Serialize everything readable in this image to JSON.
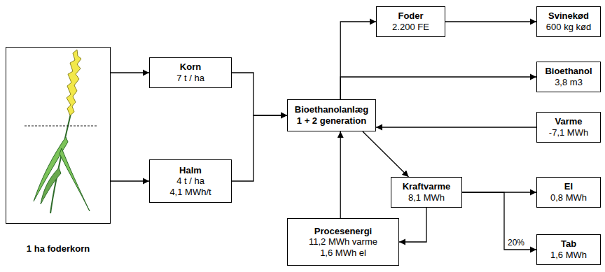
{
  "diagram": {
    "nodes": [
      {
        "text": [
          "1 ha foderkorn"
        ]
      },
      {
        "text": [
          "Korn",
          "7 t / ha"
        ]
      },
      {
        "text": [
          "Halm",
          "4 t / ha",
          "4,1 MWh/t"
        ]
      },
      {
        "text": [
          "Foder",
          "2.200 FE"
        ]
      },
      {
        "text": [
          "Svinekød",
          "600 kg kød"
        ]
      },
      {
        "text": [
          "Bioethanol",
          "3,8 m3"
        ]
      },
      {
        "text": [
          "Bioethanolanlæg",
          "1 + 2 generation"
        ]
      },
      {
        "text": [
          "Varme",
          "-7,1  MWh"
        ]
      },
      {
        "text": [
          "Kraftvarme",
          "8,1 MWh"
        ]
      },
      {
        "text": [
          "El",
          "0,8 MWh"
        ]
      },
      {
        "text": [
          "Procesenergi",
          "11,2 MWh varme",
          "1,6 MWh el"
        ]
      },
      {
        "text": [
          "Tab",
          "1,6 MWh"
        ]
      }
    ],
    "edges": [
      {
        "from": 0,
        "to": 1,
        "arrow": "to"
      },
      {
        "from": 0,
        "to": 2,
        "arrow": "to"
      },
      {
        "from": 1,
        "to": 6,
        "arrow": "to"
      },
      {
        "from": 2,
        "to": 6,
        "arrow": "to"
      },
      {
        "from": 6,
        "to": 3,
        "arrow": "to"
      },
      {
        "from": 6,
        "to": 5,
        "arrow": "to"
      },
      {
        "from": 3,
        "to": 4,
        "arrow": "to"
      },
      {
        "from": 7,
        "to": 6,
        "arrow": "to"
      },
      {
        "from": 6,
        "to": 8,
        "arrow": "to"
      },
      {
        "from": 8,
        "to": 10,
        "arrow": "to"
      },
      {
        "from": 10,
        "to": 6,
        "arrow": "to"
      },
      {
        "from": 8,
        "to": 9,
        "arrow": "to"
      },
      {
        "from": 8,
        "to": 11,
        "arrow": "to",
        "label": "20%"
      }
    ]
  }
}
